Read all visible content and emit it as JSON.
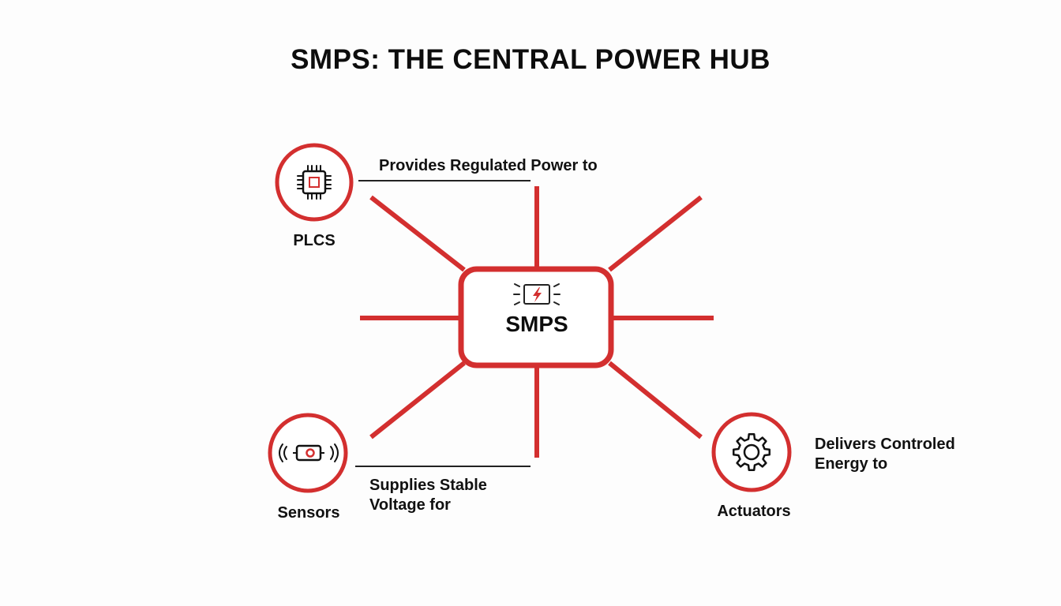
{
  "title": "SMPS: THE CENTRAL POWER HUB",
  "hub": {
    "label": "SMPS",
    "icon": "lightning-power-icon"
  },
  "nodes": [
    {
      "name": "plcs",
      "label": "PLCS",
      "icon": "microchip-icon",
      "connection_label": "Provides Regulated Power to"
    },
    {
      "name": "sensors",
      "label": "Sensors",
      "icon": "sensor-icon",
      "connection_label_lines": [
        "Supplies Stable",
        "Voltage for"
      ]
    },
    {
      "name": "actuators",
      "label": "Actuators",
      "icon": "gear-icon",
      "connection_label_lines": [
        "Delivers Controled",
        "Energy to"
      ]
    }
  ],
  "colors": {
    "accent": "#d32f2f",
    "text": "#111111",
    "background": "#fdfdfd"
  }
}
